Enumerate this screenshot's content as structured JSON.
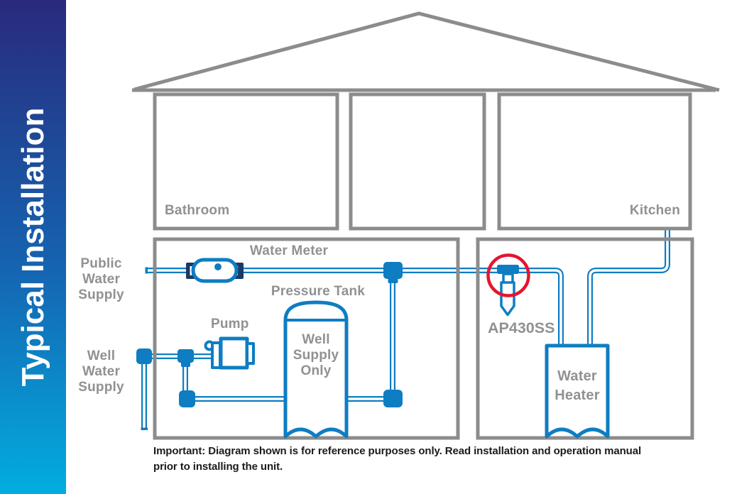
{
  "sidebar": {
    "title": "Typical Installation"
  },
  "rooms": {
    "bathroom": "Bathroom",
    "kitchen": "Kitchen"
  },
  "labels": {
    "public_water_supply": "Public\nWater\nSupply",
    "well_water_supply": "Well\nWater\nSupply",
    "water_meter": "Water Meter",
    "pressure_tank": "Pressure Tank",
    "pump": "Pump",
    "well_supply_only": "Well\nSupply\nOnly",
    "filter_model": "AP430SS",
    "water_heater": "Water\nHeater"
  },
  "note": "Important: Diagram shown is for reference purposes only. Read installation and operation manual\nprior to installing the unit.",
  "colors": {
    "sidebar_gradient_top": "#292a7c",
    "sidebar_gradient_bottom": "#02addf",
    "pipe_blue": "#0e7dc2",
    "coupling_navy": "#1a3a66",
    "structure_gray": "#8c8c8c",
    "label_gray": "#8f9193",
    "highlight_red": "#e6142f"
  }
}
